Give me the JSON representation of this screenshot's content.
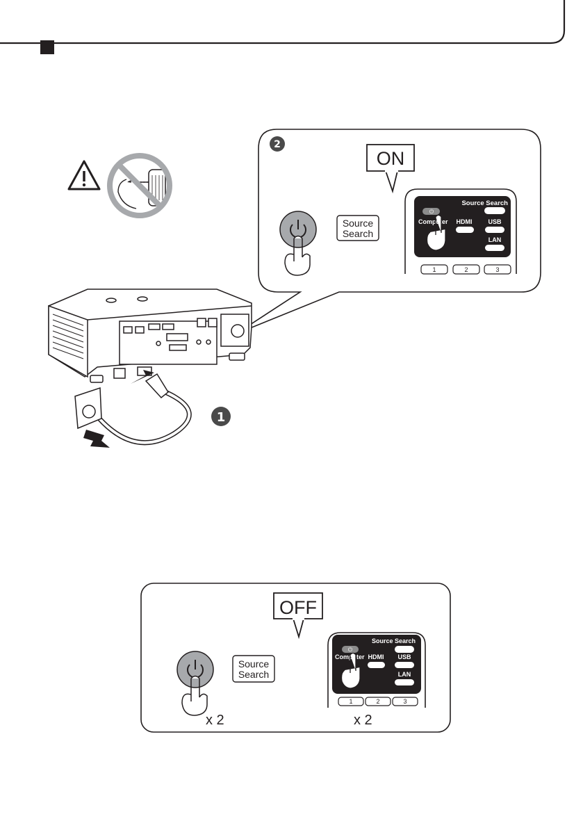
{
  "section_marker": "black-square",
  "warning_icon": "warning-triangle-icon",
  "prohibition_icon": "no-looking-into-lens-icon",
  "step_numbers": {
    "plug": "1",
    "power_on": "2"
  },
  "on_panel": {
    "callout": "ON",
    "power_button_icon": "power-icon",
    "source_search_key": [
      "Source",
      "Search"
    ],
    "remote": {
      "source_search": "Source Search",
      "computer": "Computer",
      "hdmi": "HDMI",
      "usb": "USB",
      "lan": "LAN",
      "number_keys": [
        "1",
        "2",
        "3"
      ]
    }
  },
  "off_panel": {
    "callout": "OFF",
    "power_button_icon": "power-icon",
    "source_search_key": [
      "Source",
      "Search"
    ],
    "press_count_panel": "x 2",
    "press_count_remote": "x 2",
    "remote": {
      "source_search": "Source Search",
      "computer": "Computer",
      "hdmi": "HDMI",
      "usb": "USB",
      "lan": "LAN",
      "number_keys": [
        "1",
        "2",
        "3"
      ]
    }
  },
  "colors": {
    "ink": "#231f20",
    "power_button": "#a7a9ac",
    "remote_panel": "#231f20",
    "grey_key": "#8c8c8c"
  }
}
